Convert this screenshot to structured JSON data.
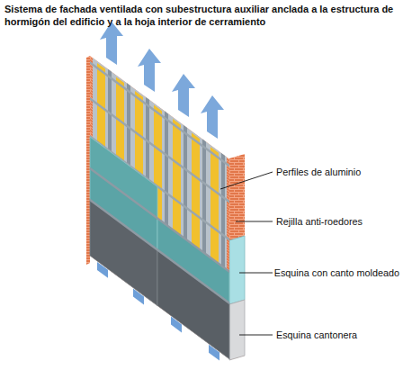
{
  "diagram": {
    "title": "Sistema de fachada ventilada con subestructura auxiliar anclada a la estructura de hormigón del edificio y a la hoja interior de cerramiento",
    "labels": [
      "Perfiles de aluminio",
      "Rejilla anti-roedores",
      "Esquina con canto moldeado",
      "Esquina cantonera"
    ]
  }
}
